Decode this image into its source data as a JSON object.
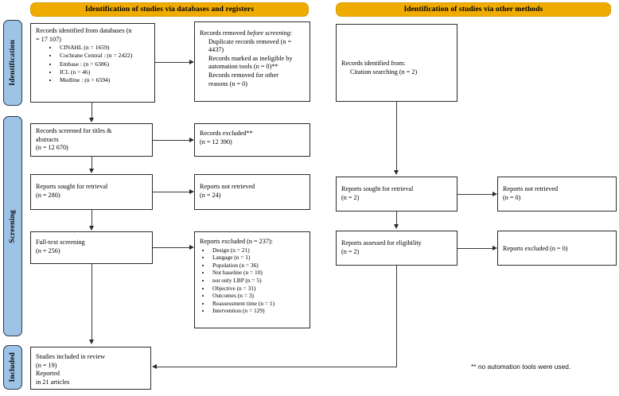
{
  "diagram": {
    "type": "prisma-flow-diagram",
    "banners": [
      {
        "id": "databases",
        "label": "Identification of studies via databases and registers"
      },
      {
        "id": "other",
        "label": "Identification of studies via other methods"
      }
    ],
    "phases": [
      {
        "id": "identification",
        "label": "Identification"
      },
      {
        "id": "screening",
        "label": "Screening"
      },
      {
        "id": "included",
        "label": "Included"
      }
    ],
    "colors": {
      "banner_fill": "#f0ab00",
      "phase_fill": "#9dc3e6",
      "box_border": "#3c3c3c",
      "connector": "#3a3a3a"
    },
    "boxes": {
      "records_identified": {
        "line1": "Records identified from databases (n",
        "line2": "= 17 107)",
        "sources": [
          "CINAHL (n = 1659)",
          "Cochrane Central : (n = 2422)",
          "Embase : (n = 6386)",
          "ICL (n = 46)",
          "Medline : (n = 6594)"
        ]
      },
      "records_removed": {
        "heading_plain": "Records removed ",
        "heading_italic": "before screening",
        "heading_colon": ":",
        "item1": "Duplicate records removed  (n =",
        "item1b": "4437)",
        "item2": "Records marked as ineligible by",
        "item2b": "automation tools (n = 0)**",
        "item3": "Records removed for other",
        "item3b": "reasons (n = 0)"
      },
      "records_screened": {
        "line1": "Records screened for titles &",
        "line2": "abstracts",
        "line3": "(n = 12 670)"
      },
      "records_excluded": {
        "line1": "Records excluded**",
        "line2": "(n = 12 390)"
      },
      "reports_sought": {
        "line1": "Reports sought for retrieval",
        "line2": "(n = 280)"
      },
      "reports_not_retrieved": {
        "line1": "Reports not retrieved",
        "line2": "(n = 24)"
      },
      "fulltext_screening": {
        "line1": "Full-text screening",
        "line2": "(n = 256)"
      },
      "reports_excluded_reasons": {
        "heading": "Reports excluded (n = 237):",
        "reasons": [
          "Design (n = 21)",
          "Langage (n = 1)",
          "Population (n = 36)",
          "Not baseline (n = 10)",
          "not only LBP (n = 5)",
          "Objective (n = 31)",
          "Outcomes (n = 3)",
          "Reassessment time (n = 1)",
          "Intervention (n = 129)"
        ]
      },
      "studies_included": {
        "line1": "Studies included in review",
        "line2": "(n = 19)",
        "line3": "Reported",
        "line4": "in 21 articles"
      },
      "citation_records": {
        "line1": "Records identified from:",
        "line2": "Citation searching (n = 2)"
      },
      "other_reports_sought": {
        "line1": "Reports sought for retrieval",
        "line2": "(n = 2)"
      },
      "other_reports_not_retrieved": {
        "line1": "Reports not retrieved",
        "line2": "(n = 0)"
      },
      "other_reports_assessed": {
        "line1": "Reports assessed for eligibility",
        "line2": "(n = 2)"
      },
      "other_reports_excluded": {
        "line1": "Reports excluded (n = 0)"
      }
    },
    "footnote": "** no automation tools were used."
  }
}
